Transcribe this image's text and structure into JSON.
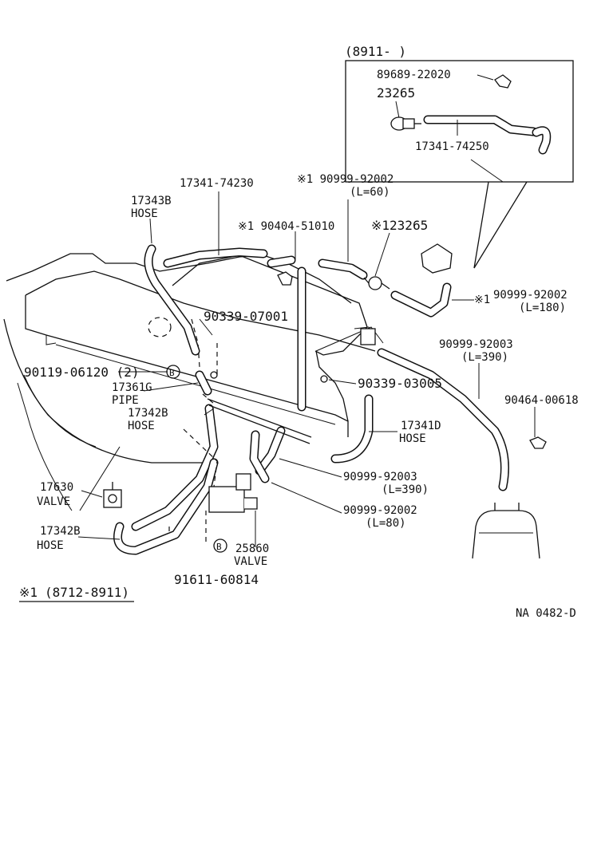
{
  "inset": {
    "range_label": "(8911-        )",
    "parts": {
      "clip": "89689-22020",
      "vsv": "23265",
      "hose": "17341-74250"
    }
  },
  "callouts": {
    "hose_17341_74230": "17341-74230",
    "hose_17343b_num": "17343B",
    "hose_17343b_name": "HOSE",
    "hose_90999_92002_l60_num": "※1 90999-92002",
    "hose_90999_92002_l60_len": "(L=60)",
    "clip_90404_51010": "※1 90404-51010",
    "vsv_123265": "※123265",
    "hose_90999_92002_l180_num": "90999-92002",
    "hose_90999_92002_l180_mark": "※1",
    "hose_90999_92002_l180_len": "(L=180)",
    "clamp_90339_07001": "90339-07001",
    "bolt_90119_06120": "90119-06120 (2)",
    "bolt_ref_b": "B",
    "hose_90999_92003_l390_right_num": "90999-92003",
    "hose_90999_92003_l390_right_len": "(L=390)",
    "clip_90464_00618": "90464-00618",
    "pipe_17361g_num": "17361G",
    "pipe_17361g_name": "PIPE",
    "clamp_90339_03005": "90339-03005",
    "hose_17342b_upper_num": "17342B",
    "hose_17342b_upper_name": "HOSE",
    "hose_17341d_num": "17341D",
    "hose_17341d_name": "HOSE",
    "hose_90999_92003_l390_lower_num": "90999-92003",
    "hose_90999_92003_l390_lower_len": "(L=390)",
    "valve_17630_num": "17630",
    "valve_17630_name": "VALVE",
    "hose_90999_92002_l80_num": "90999-92002",
    "hose_90999_92002_l80_len": "(L=80)",
    "hose_17342b_lower_num": "17342B",
    "hose_17342b_lower_name": "HOSE",
    "valve_25860_num": "25860",
    "valve_25860_name": "VALVE",
    "bolt_91611_60814": "91611-60814",
    "bolt_ref_b2": "B"
  },
  "footnote": {
    "mark": "※1",
    "range": "(8712-8911)"
  },
  "drawing_code": "NA 0482-D"
}
